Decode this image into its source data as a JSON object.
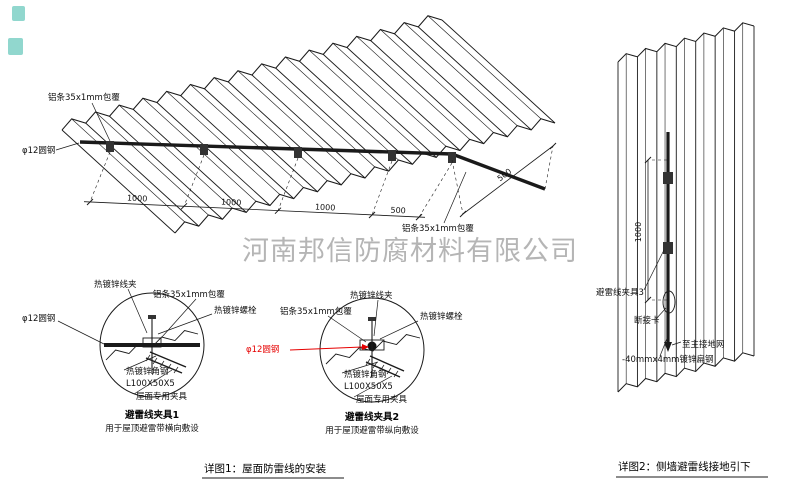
{
  "watermark": {
    "text": "河南邦信防腐材料有限公司",
    "color": "#a3a3a3"
  },
  "roof_view": {
    "labels": {
      "alu_strip_top": "铝条35x1mm包覆",
      "round_steel": "φ12圆钢",
      "alu_strip_bottom": "铝条35x1mm包覆"
    },
    "dimensions": {
      "span1": "1000",
      "span2": "1000",
      "span3": "1000",
      "span4": "500",
      "edge": "500"
    },
    "caption": "详图1：屋面防雷线的安装"
  },
  "detail1": {
    "title": "避雷线夹具1",
    "subtitle": "用于屋顶避雷带横向敷设",
    "labels": {
      "wire_clamp": "热镀锌线夹",
      "alu_strip": "铝条35x1mm包覆",
      "bolt": "热镀锌螺栓",
      "round_steel": "φ12圆钢",
      "angle_steel": "热镀锌角钢",
      "angle_size": "L100X50X5",
      "roof_fixture": "屋面专用夹具"
    }
  },
  "detail2": {
    "title": "避雷线夹具2",
    "subtitle": "用于屋顶避雷带纵向敷设",
    "labels": {
      "wire_clamp": "热镀锌线夹",
      "alu_strip": "铝条35x1mm包覆",
      "bolt": "热镀锌螺栓",
      "round_steel": "φ12圆钢",
      "angle_steel": "热镀锌角钢",
      "angle_size": "L100X50X5",
      "roof_fixture": "屋面专用夹具"
    }
  },
  "wall_view": {
    "labels": {
      "clamp3": "避雷线夹具3",
      "disconnect": "断接卡",
      "to_ground": "至主接地网",
      "flat_steel": "-40mmx4mm镀锌扁钢"
    },
    "dimension": "1000",
    "caption": "详图2：侧墙避雷线接地引下"
  },
  "colors": {
    "line": "#1a1a1a",
    "accent_red": "#e60000",
    "watermark_gray": "#a3a3a3",
    "corner_mark_teal": "#7ed0c6"
  }
}
